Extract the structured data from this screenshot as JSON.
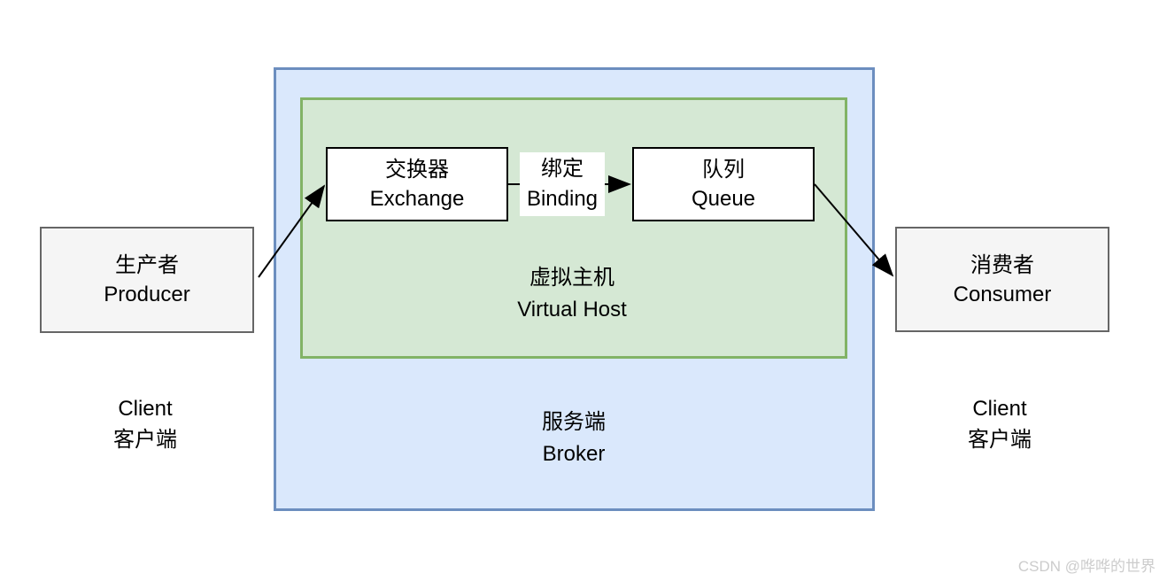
{
  "diagram": {
    "broker": {
      "label_zh": "服务端",
      "label_en": "Broker"
    },
    "virtual_host": {
      "label_zh": "虚拟主机",
      "label_en": "Virtual Host"
    },
    "nodes": {
      "producer": {
        "zh": "生产者",
        "en": "Producer"
      },
      "exchange": {
        "zh": "交换器",
        "en": "Exchange"
      },
      "binding": {
        "zh": "绑定",
        "en": "Binding"
      },
      "queue": {
        "zh": "队列",
        "en": "Queue"
      },
      "consumer": {
        "zh": "消费者",
        "en": "Consumer"
      }
    },
    "client_labels": {
      "left": {
        "line1": "Client",
        "line2": "客户端"
      },
      "right": {
        "line1": "Client",
        "line2": "客户端"
      }
    }
  },
  "watermark": {
    "text": "CSDN @哗哗的世界"
  },
  "colors": {
    "broker_fill": "#dae8fc",
    "broker_border": "#6c8ebf",
    "vhost_fill": "#d5e8d4",
    "vhost_border": "#82b366",
    "node_fill": "#ffffff",
    "node_border": "#000000",
    "client_fill": "#f5f5f5",
    "client_border": "#666666",
    "arrow": "#000000",
    "watermark_color": "#cccccc"
  }
}
